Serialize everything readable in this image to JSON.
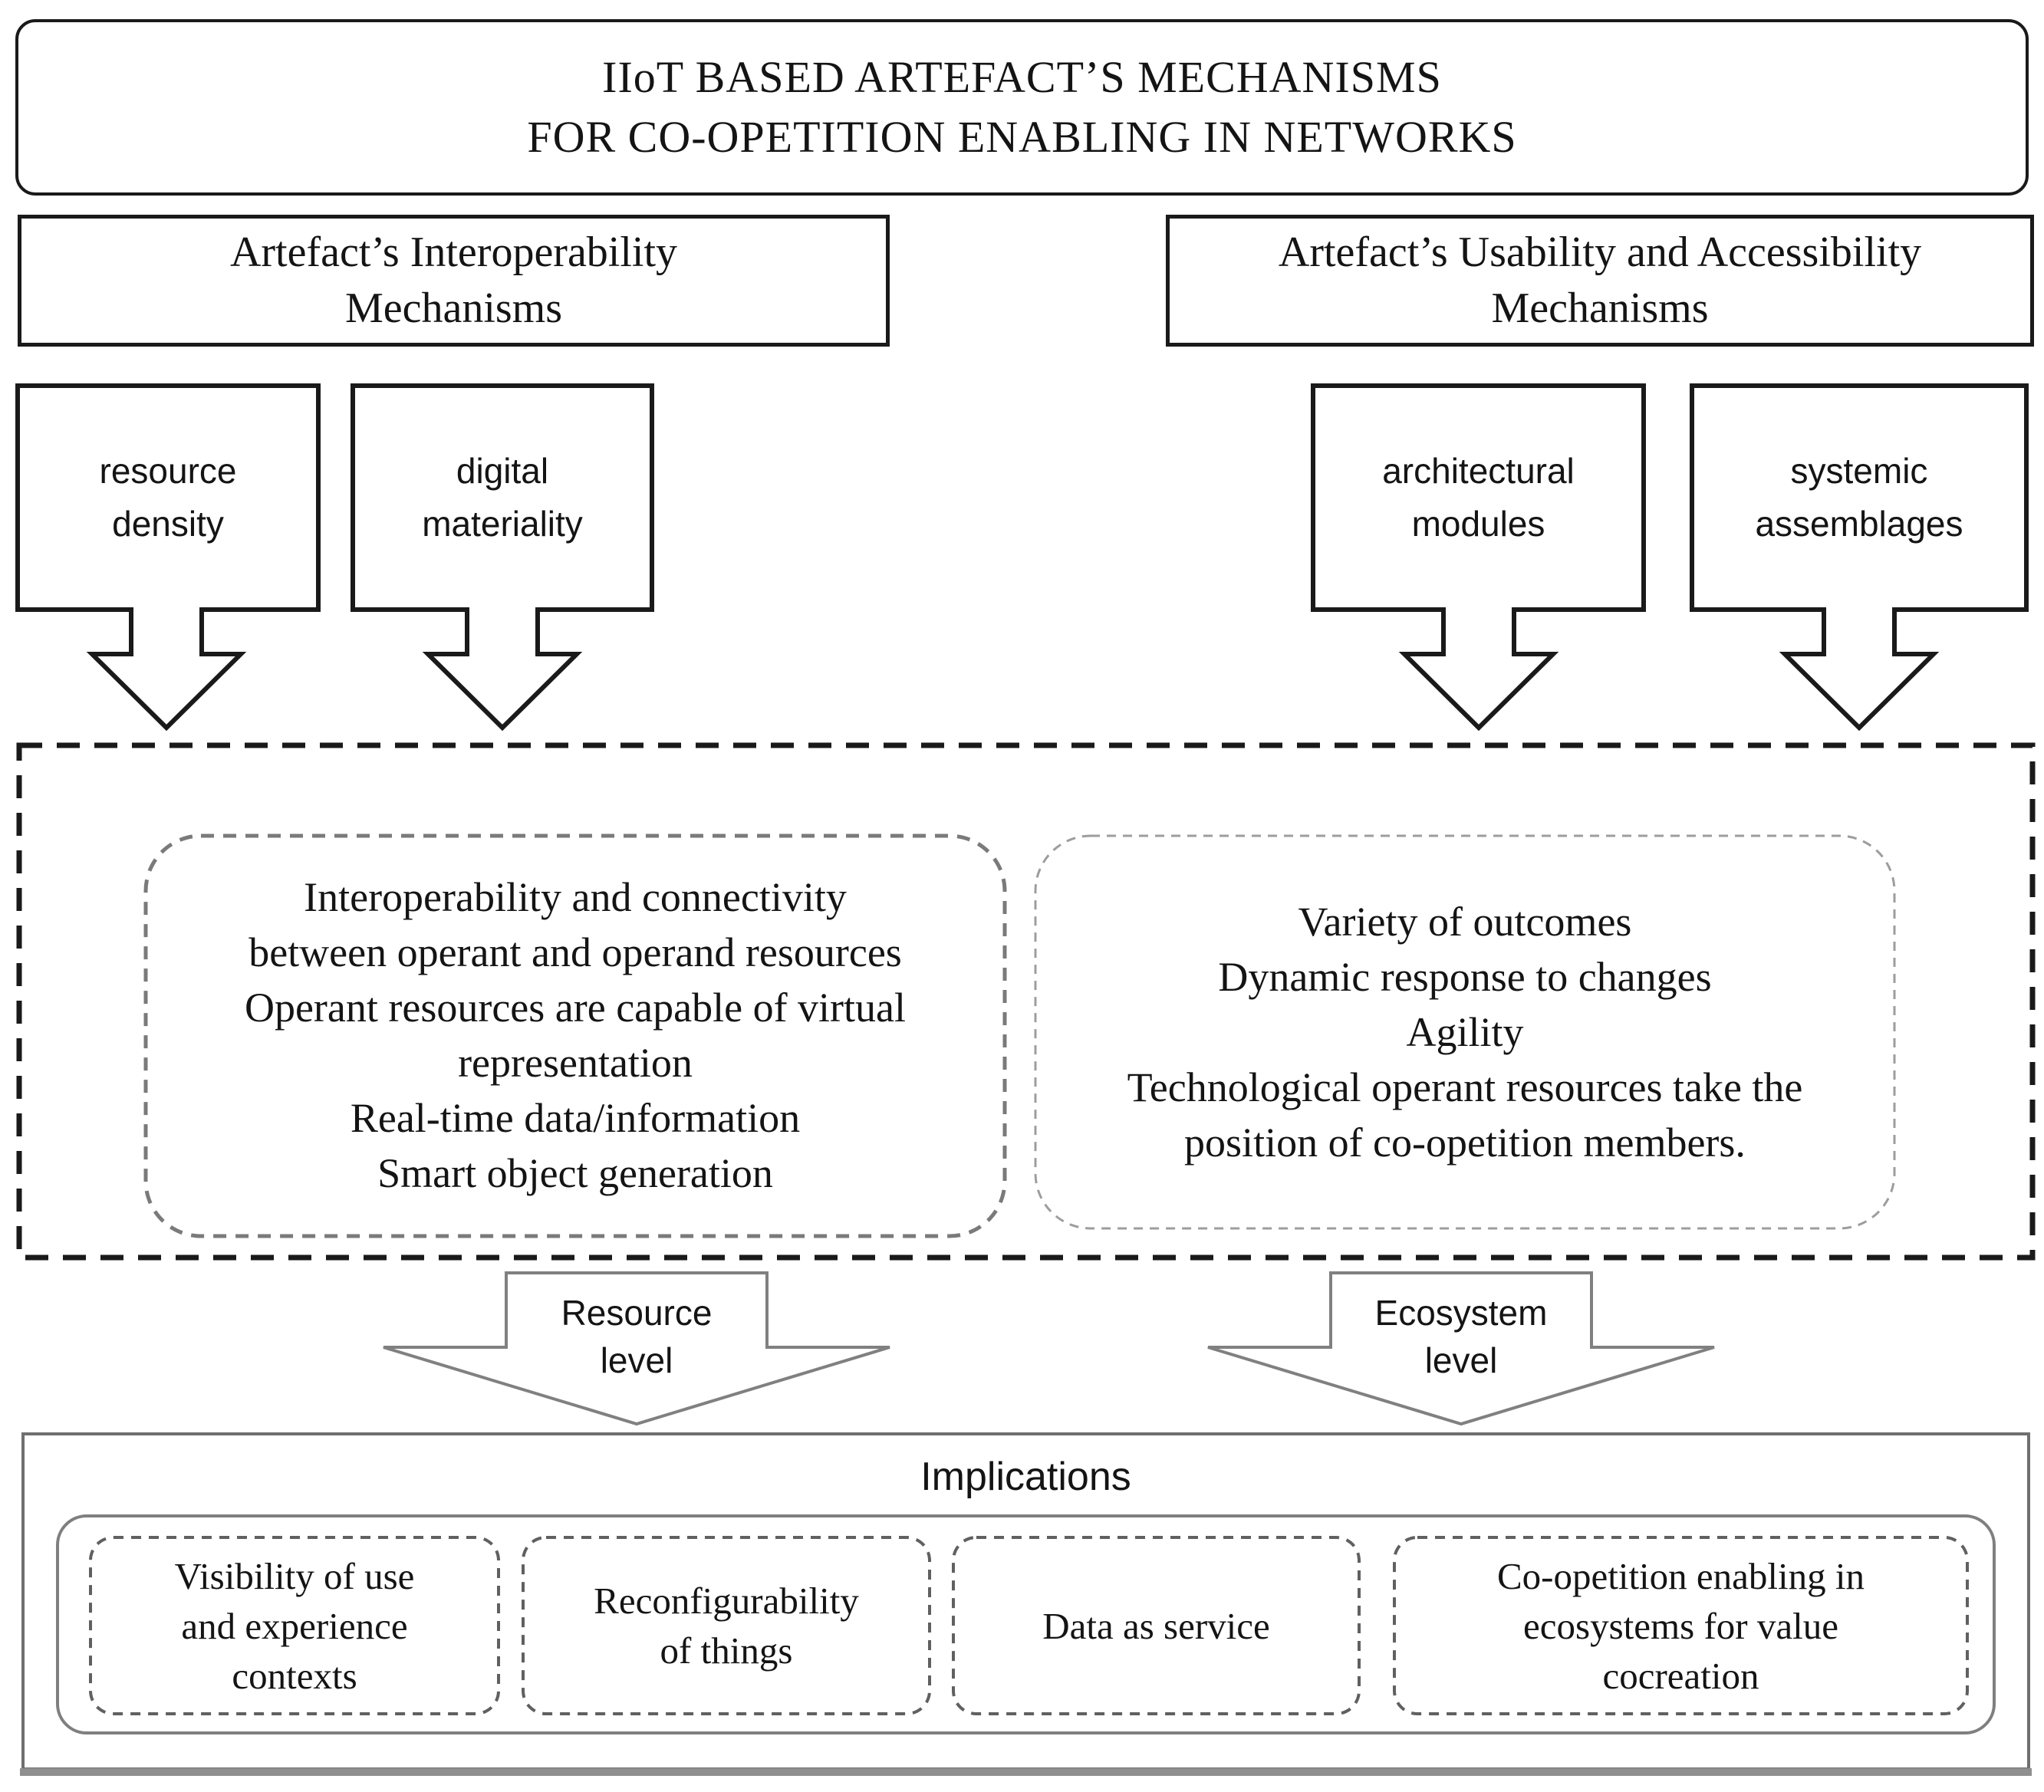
{
  "title": {
    "text": "IIoT BASED ARTEFACT’S MECHANISMS\nFOR CO-OPETITION ENABLING IN NETWORKS"
  },
  "headers": {
    "interoperability": "Artefact’s Interoperability\nMechanisms",
    "usability": "Artefact’s Usability and Accessibility\nMechanisms"
  },
  "mechanism_boxes": {
    "resource_density": "resource\ndensity",
    "digital_materiality": "digital\nmateriality",
    "architectural_modules": "architectural\nmodules",
    "systemic_assemblages": "systemic\nassemblages"
  },
  "middle_zone": {
    "resource_outcomes": "Interoperability and connectivity\nbetween operant and operand resources\nOperant resources are capable of virtual\nrepresentation\nReal-time data/information\nSmart object generation",
    "ecosystem_outcomes": "Variety of outcomes\nDynamic response to changes\nAgility\nTechnological operant resources take the\nposition of co-opetition members."
  },
  "level_arrows": {
    "resource": "Resource\nlevel",
    "ecosystem": "Ecosystem\nlevel"
  },
  "implications": {
    "heading": "Implications",
    "items": [
      "Visibility of use\nand experience\ncontexts",
      "Reconfigurability\nof things",
      "Data as service",
      "Co-opetition enabling in\necosystems for value\ncocreation"
    ]
  },
  "colors": {
    "ink": "#1a1a1a",
    "gray_outline": "#808080",
    "inner_dash_dark": "#7a7a7a",
    "inner_dash_light": "#9d9d9d",
    "impl_dash": "#606060"
  }
}
